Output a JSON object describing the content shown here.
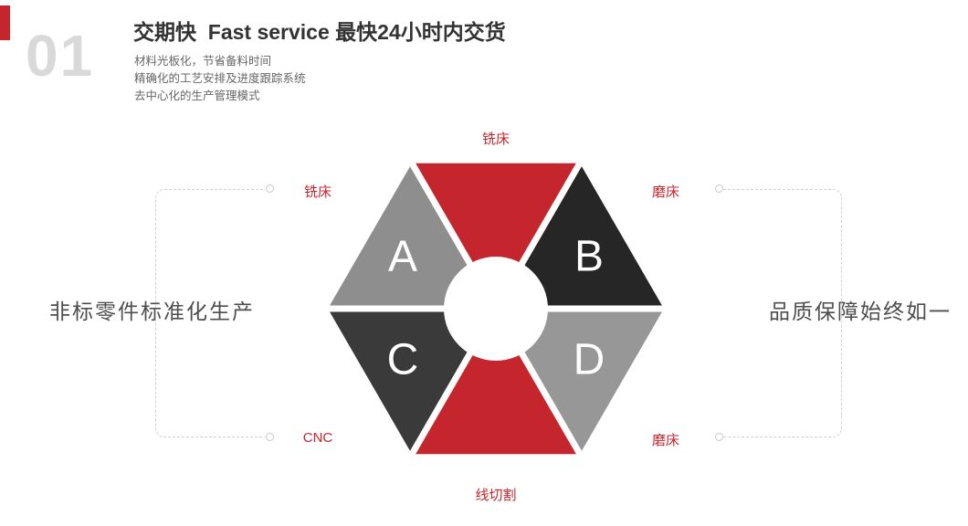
{
  "colors": {
    "red": "#c5262e",
    "black": "#262626",
    "dark": "#3a3a3a",
    "gray_a": "#8e8e8e",
    "gray_d": "#979797",
    "label_red": "#c5262e",
    "index_gray": "#d9d9d9",
    "connector_gray": "#cfcfcf"
  },
  "header": {
    "index": "01",
    "title": "交期快  Fast service 最快24小时内交货",
    "bullets": [
      "材料光板化，节省备料时间",
      "精确化的工艺安排及进度跟踪系统",
      "去中心化的生产管理模式"
    ]
  },
  "captions": {
    "left": "非标零件标准化生产",
    "right": "品质保障始终如一"
  },
  "diagram": {
    "labels": {
      "top": "铣床",
      "bottom": "线切割",
      "left_top": "铣床",
      "left_bottom": "CNC",
      "right_top": "磨床",
      "right_bottom": "磨床"
    },
    "letters": {
      "upper_left": "A",
      "upper_right": "B",
      "lower_left": "C",
      "lower_right": "D"
    }
  }
}
